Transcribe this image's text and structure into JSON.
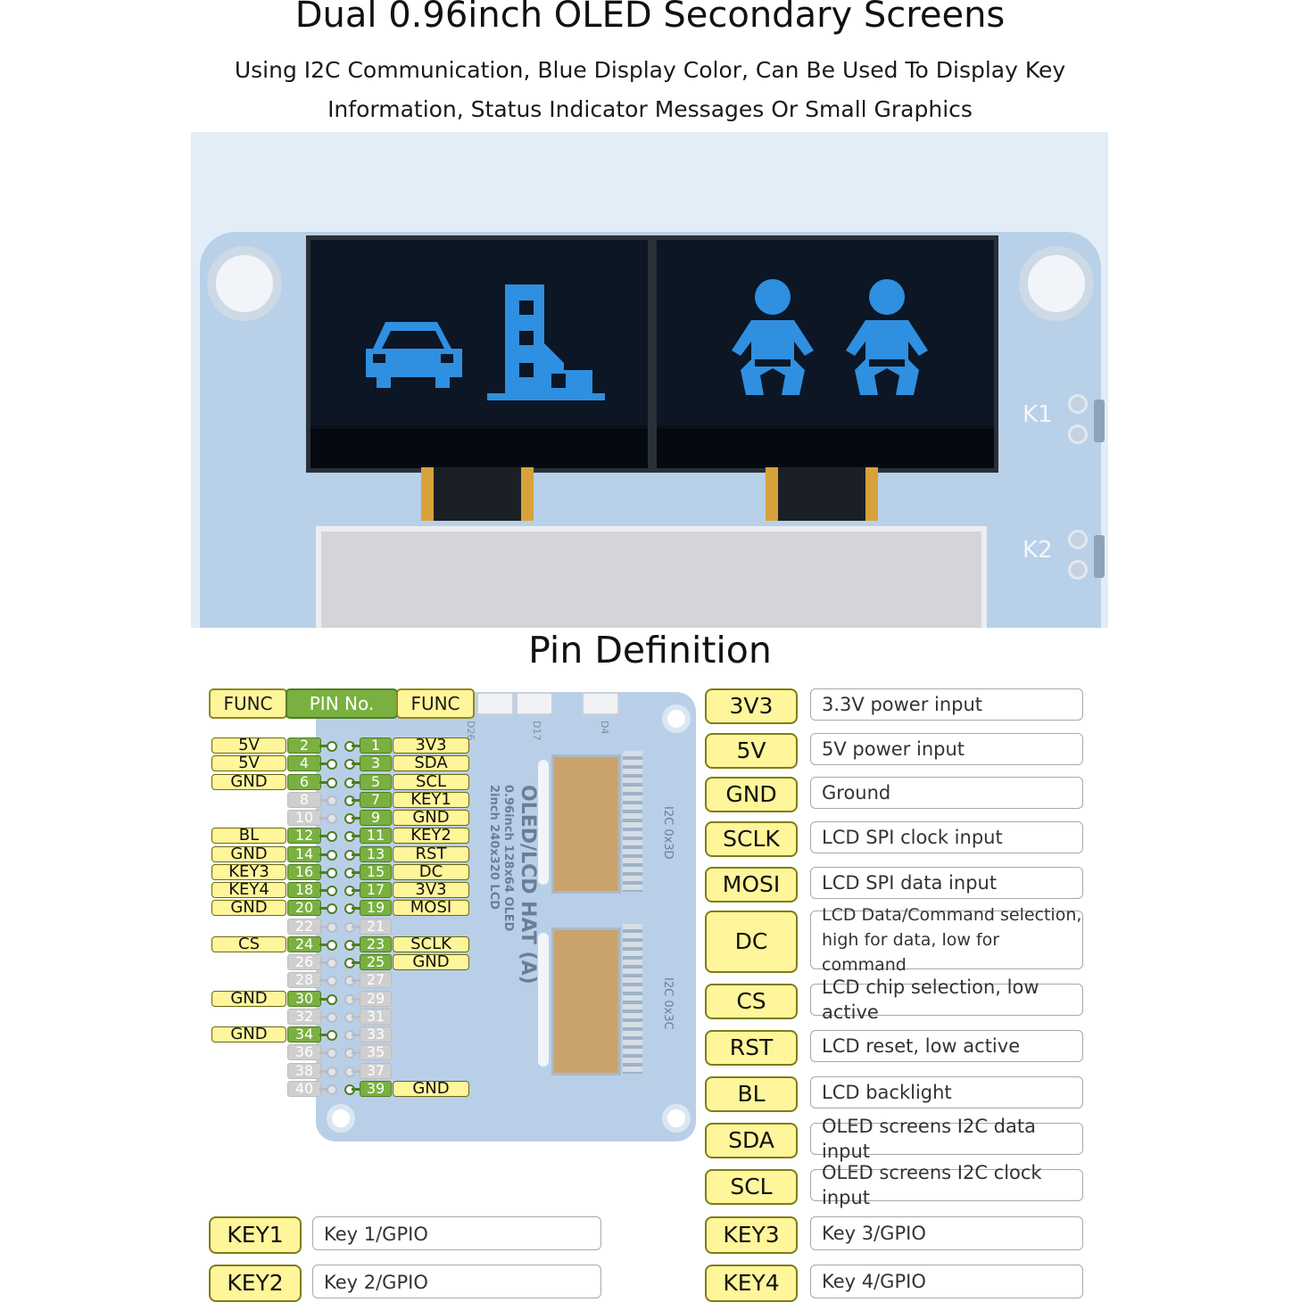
{
  "header": {
    "title": "Dual 0.96inch OLED Secondary Screens",
    "subtitle_line1": "Using I2C Communication, Blue Display Color, Can Be Used To Display Key",
    "subtitle_line2": "Information, Status Indicator Messages Or Small Graphics"
  },
  "photo": {
    "key_labels": [
      "K1",
      "K2"
    ],
    "oled_color": "#2f8fe0",
    "left_screen_icons": [
      "car-icon",
      "building-icon"
    ],
    "right_screen_icons": [
      "baby-icon",
      "baby-icon"
    ]
  },
  "pin_section": {
    "title": "Pin Definition",
    "columns": {
      "func_left": "FUNC",
      "pin_no": "PIN No.",
      "func_right": "FUNC"
    },
    "hat": {
      "name": "OLED/LCD HAT (A)",
      "spec1": "0.96inch 128x64 OLED",
      "spec2": "2inch 240x320 LCD",
      "i2c_top": "I2C 0x3D",
      "i2c_bottom": "I2C 0x3C",
      "buttons": [
        "D26",
        "D17",
        "D4"
      ]
    },
    "pins": [
      {
        "even": 2,
        "even_func": "5V",
        "odd": 1,
        "odd_func": "3V3"
      },
      {
        "even": 4,
        "even_func": "5V",
        "odd": 3,
        "odd_func": "SDA"
      },
      {
        "even": 6,
        "even_func": "GND",
        "odd": 5,
        "odd_func": "SCL"
      },
      {
        "even": 8,
        "even_func": "",
        "odd": 7,
        "odd_func": "KEY1"
      },
      {
        "even": 10,
        "even_func": "",
        "odd": 9,
        "odd_func": "GND"
      },
      {
        "even": 12,
        "even_func": "BL",
        "odd": 11,
        "odd_func": "KEY2"
      },
      {
        "even": 14,
        "even_func": "GND",
        "odd": 13,
        "odd_func": "RST"
      },
      {
        "even": 16,
        "even_func": "KEY3",
        "odd": 15,
        "odd_func": "DC"
      },
      {
        "even": 18,
        "even_func": "KEY4",
        "odd": 17,
        "odd_func": "3V3"
      },
      {
        "even": 20,
        "even_func": "GND",
        "odd": 19,
        "odd_func": "MOSI"
      },
      {
        "even": 22,
        "even_func": "",
        "odd": 21,
        "odd_func": ""
      },
      {
        "even": 24,
        "even_func": "CS",
        "odd": 23,
        "odd_func": "SCLK"
      },
      {
        "even": 26,
        "even_func": "",
        "odd": 25,
        "odd_func": "GND"
      },
      {
        "even": 28,
        "even_func": "",
        "odd": 27,
        "odd_func": ""
      },
      {
        "even": 30,
        "even_func": "GND",
        "odd": 29,
        "odd_func": ""
      },
      {
        "even": 32,
        "even_func": "",
        "odd": 31,
        "odd_func": ""
      },
      {
        "even": 34,
        "even_func": "GND",
        "odd": 33,
        "odd_func": ""
      },
      {
        "even": 36,
        "even_func": "",
        "odd": 35,
        "odd_func": ""
      },
      {
        "even": 38,
        "even_func": "",
        "odd": 37,
        "odd_func": ""
      },
      {
        "even": 40,
        "even_func": "",
        "odd": 39,
        "odd_func": "GND"
      }
    ],
    "functions": [
      {
        "tag": "3V3",
        "desc": [
          "3.3V power input"
        ]
      },
      {
        "tag": "5V",
        "desc": [
          "5V power input"
        ]
      },
      {
        "tag": "GND",
        "desc": [
          "Ground"
        ]
      },
      {
        "tag": "SCLK",
        "desc": [
          "LCD SPI clock input"
        ]
      },
      {
        "tag": "MOSI",
        "desc": [
          "LCD SPI data input"
        ]
      },
      {
        "tag": "DC",
        "desc": [
          "LCD Data/Command selection,",
          "high for data, low for command"
        ]
      },
      {
        "tag": "CS",
        "desc": [
          "LCD chip selection, low active"
        ]
      },
      {
        "tag": "RST",
        "desc": [
          "LCD reset, low active"
        ]
      },
      {
        "tag": "BL",
        "desc": [
          "LCD backlight"
        ]
      },
      {
        "tag": "SDA",
        "desc": [
          "OLED screens I2C data input"
        ]
      },
      {
        "tag": "SCL",
        "desc": [
          "OLED screens I2C clock input"
        ]
      },
      {
        "tag": "KEY3",
        "desc": [
          "Key 3/GPIO"
        ]
      },
      {
        "tag": "KEY4",
        "desc": [
          "Key 4/GPIO"
        ]
      }
    ],
    "keys_left": [
      {
        "tag": "KEY1",
        "desc": "Key 1/GPIO"
      },
      {
        "tag": "KEY2",
        "desc": "Key 2/GPIO"
      }
    ],
    "colors": {
      "label_yellow": "#fff59a",
      "pin_green": "#7ab040",
      "pin_grey": "#cfcfcf"
    }
  }
}
